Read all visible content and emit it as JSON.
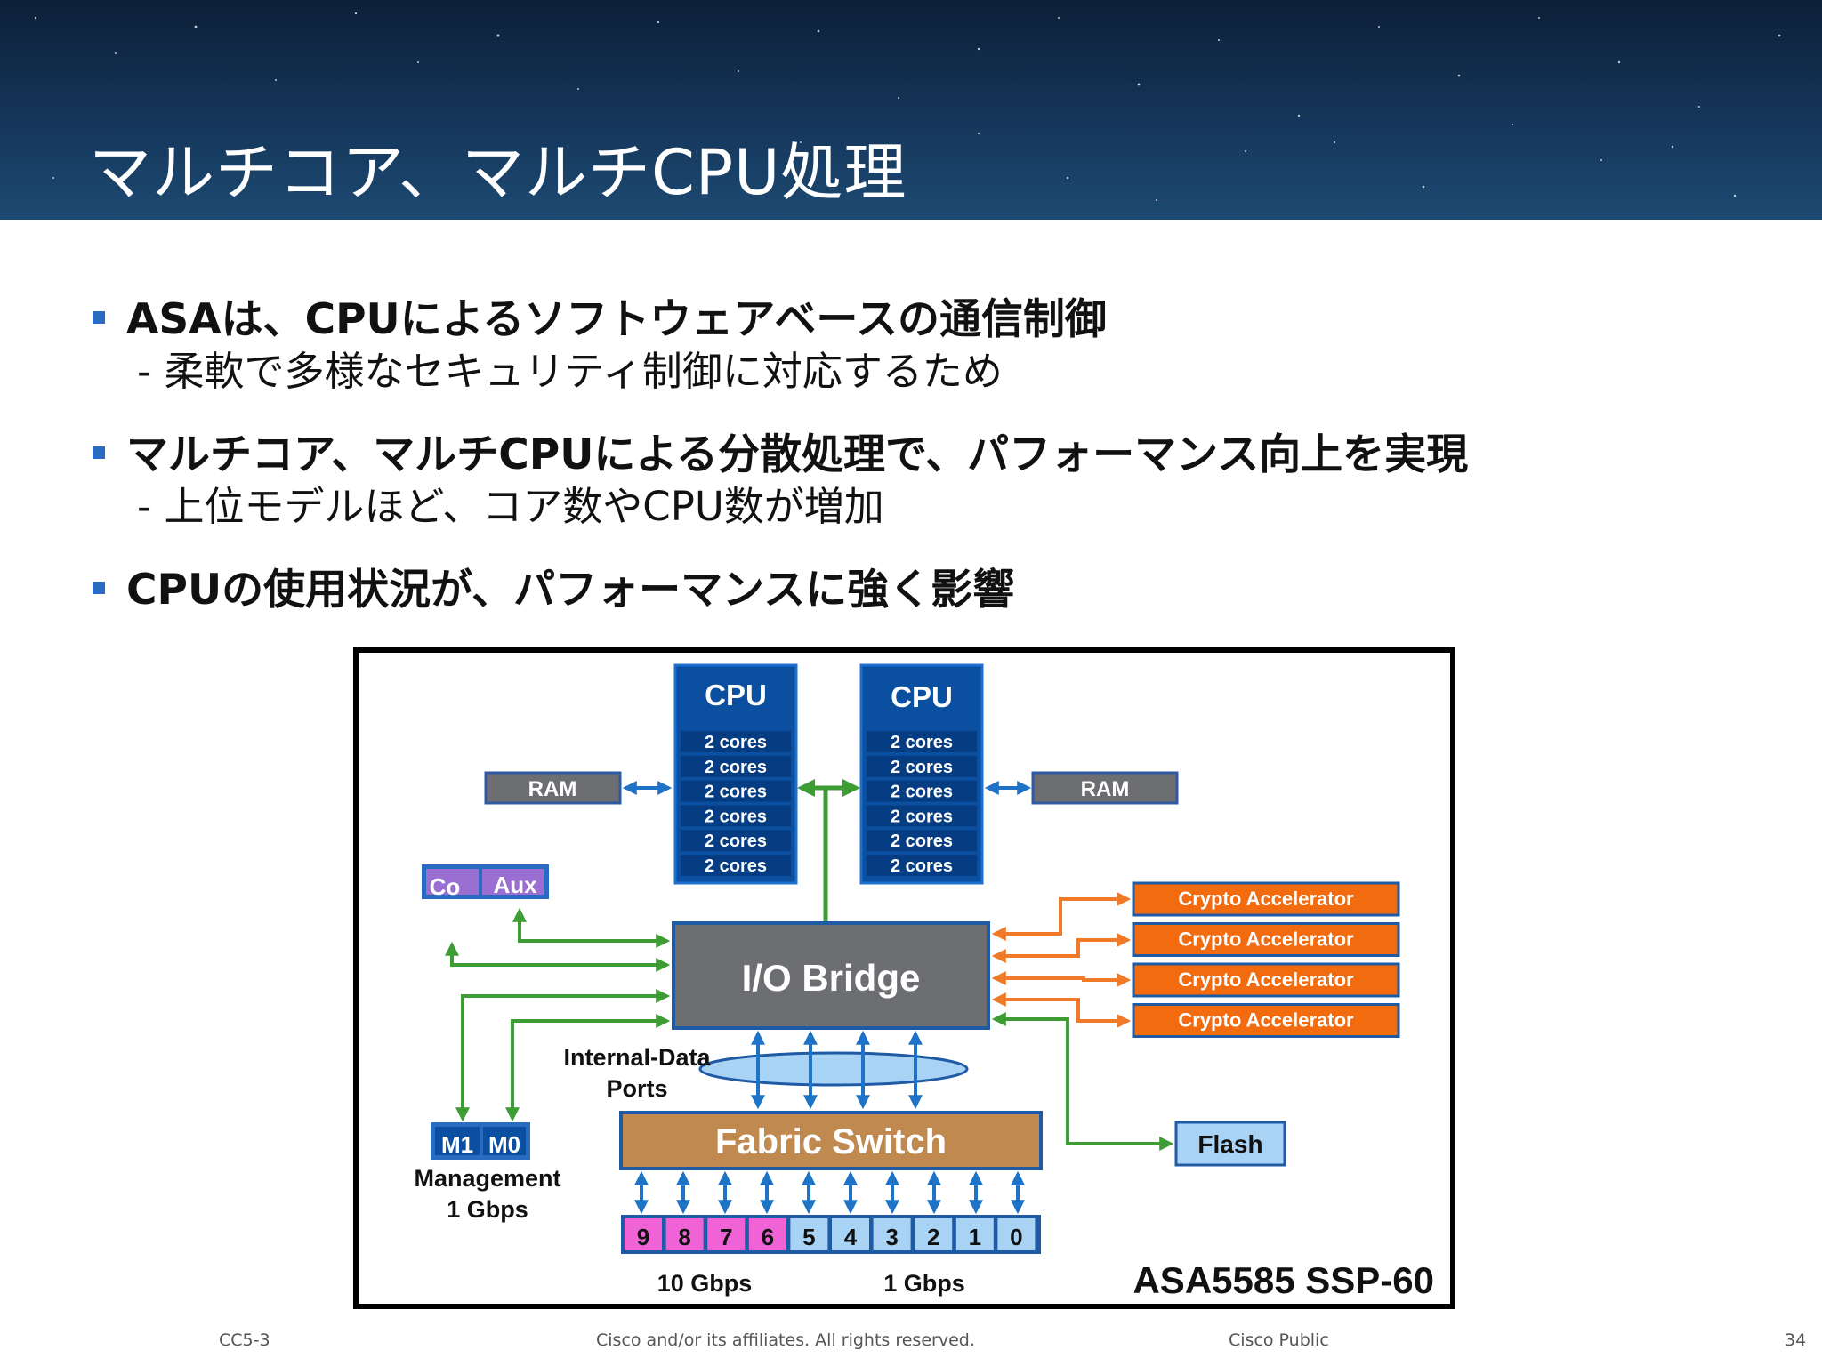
{
  "slide": {
    "title": "マルチコア、マルチCPU処理",
    "bullets": [
      {
        "main": "ASAは、CPUによるソフトウェアベースの通信制御",
        "sub": "- 柔軟で多様なセキュリティ制御に対応するため"
      },
      {
        "main": "マルチコア、マルチCPUによる分散処理で、パフォーマンス向上を実現",
        "sub": "- 上位モデルほど、コア数やCPU数が増加"
      },
      {
        "main": "CPUの使用状況が、パフォーマンスに強く影響",
        "sub": ""
      }
    ]
  },
  "diagram": {
    "cpu_label": "CPU",
    "core_label": "2 cores",
    "cpu_left": {
      "cores": [
        "2 cores",
        "2 cores",
        "2 cores",
        "2 cores",
        "2 cores",
        "2 cores"
      ]
    },
    "cpu_right": {
      "cores": [
        "2 cores",
        "2 cores",
        "2 cores",
        "2 cores",
        "2 cores",
        "2 cores"
      ]
    },
    "ram_left": "RAM",
    "ram_right": "RAM",
    "co": "Co",
    "aux": "Aux",
    "io_bridge": "I/O Bridge",
    "internal_data_ports": [
      "Internal-Data",
      "Ports"
    ],
    "fabric_switch": "Fabric Switch",
    "crypto": [
      "Crypto Accelerator",
      "Crypto Accelerator",
      "Crypto Accelerator",
      "Crypto Accelerator"
    ],
    "flash": "Flash",
    "m1": "M1",
    "m0": "M0",
    "management": [
      "Management",
      "1 Gbps"
    ],
    "ports": [
      "9",
      "8",
      "7",
      "6",
      "5",
      "4",
      "3",
      "2",
      "1",
      "0"
    ],
    "speed_10g": "10 Gbps",
    "speed_1g": "1 Gbps",
    "model": "ASA5585 SSP-60",
    "colors": {
      "cpu_blue": "#0a4fa0",
      "ram_gray": "#6d6e71",
      "io_gray": "#6d6e71",
      "fabric_brown": "#c0894f",
      "crypto_orange": "#f26b0f",
      "flash_blue": "#a8d3f5",
      "co_aux_purple": "#9b6fd1",
      "port_pink": "#ef63d6",
      "port_lightblue": "#a8d3f5",
      "arrow_green": "#3e9c35",
      "arrow_blue": "#1f73c7",
      "arrow_orange": "#f07a27"
    }
  },
  "footer": {
    "left": "CC5-3",
    "center": "Cisco and/or its affiliates. All rights reserved.",
    "right": "Cisco Public",
    "page": "34"
  }
}
